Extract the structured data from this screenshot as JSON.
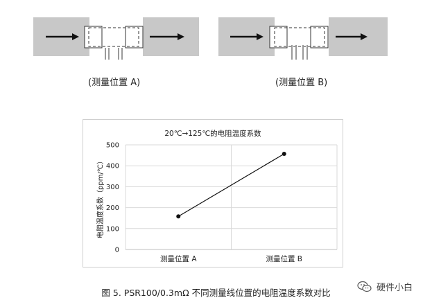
{
  "diagram": {
    "position_a_label": "(测量位置 A)",
    "position_b_label": "(测量位置 B)"
  },
  "chart_data": {
    "type": "line",
    "title": "20℃→125℃的电阻温度系数",
    "xlabel": "",
    "ylabel": "电阻温度系数（ppm/℃）",
    "categories": [
      "测量位置 A",
      "测量位置 B"
    ],
    "series": [
      {
        "values": [
          158,
          457
        ]
      }
    ],
    "ylim": [
      0,
      500
    ],
    "yticks": [
      0,
      100,
      200,
      300,
      400,
      500
    ],
    "grid": true,
    "legend": "none"
  },
  "caption": "图  5. PSR100/0.3mΩ  不同测量线位置的电阻温度系数对比",
  "watermark": {
    "text": "硬件小白",
    "icon": "wechat-icon"
  }
}
